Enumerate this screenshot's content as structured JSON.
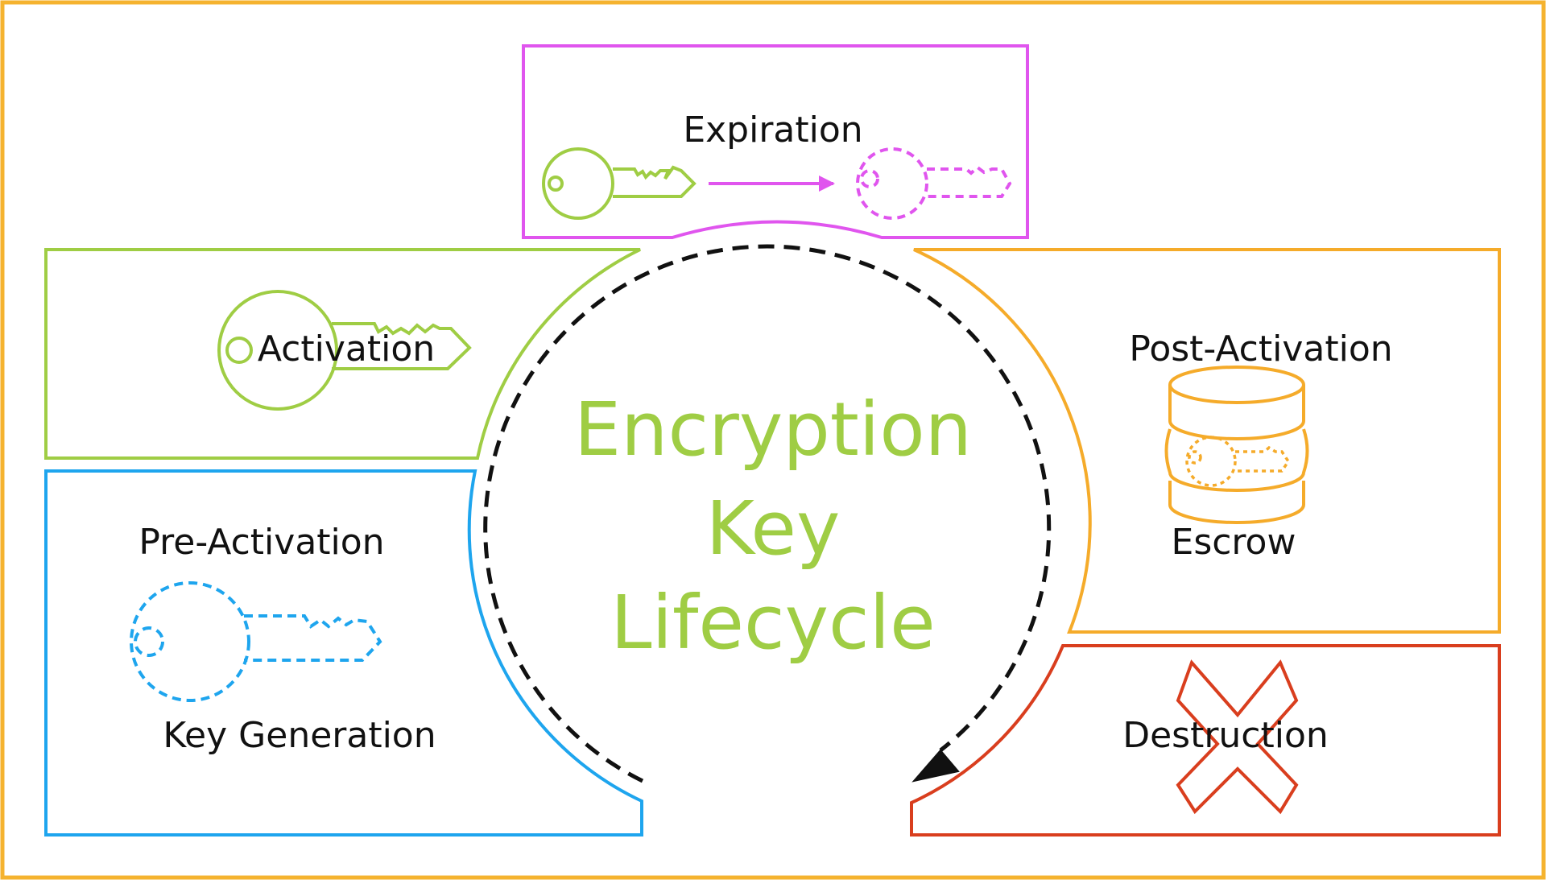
{
  "diagram": {
    "title_lines": [
      "Encryption",
      "Key",
      "Lifecycle"
    ],
    "stages": {
      "expiration": {
        "label": "Expiration"
      },
      "activation": {
        "label": "Activation"
      },
      "post_activation": {
        "label": "Post-Activation",
        "sub_label": "Escrow"
      },
      "pre_activation": {
        "label": "Pre-Activation",
        "sub_label": "Key Generation"
      },
      "destruction": {
        "label": "Destruction"
      }
    },
    "icons": {
      "expiration": [
        "key-icon",
        "arrow-right-icon",
        "expired-key-icon"
      ],
      "activation": "key-icon",
      "post_activation": "database-key-icon",
      "pre_activation": "dashed-key-icon",
      "destruction": "x-mark-icon"
    }
  },
  "colors": {
    "frame": "#f5b32f",
    "expiration": "#e055ee",
    "activation": "#9fcd44",
    "post_activation": "#f5ab2a",
    "pre_activation": "#1ea5ee",
    "destruction": "#d93e1e",
    "title": "#9fcd44",
    "cycle_arrow": "#111111"
  }
}
